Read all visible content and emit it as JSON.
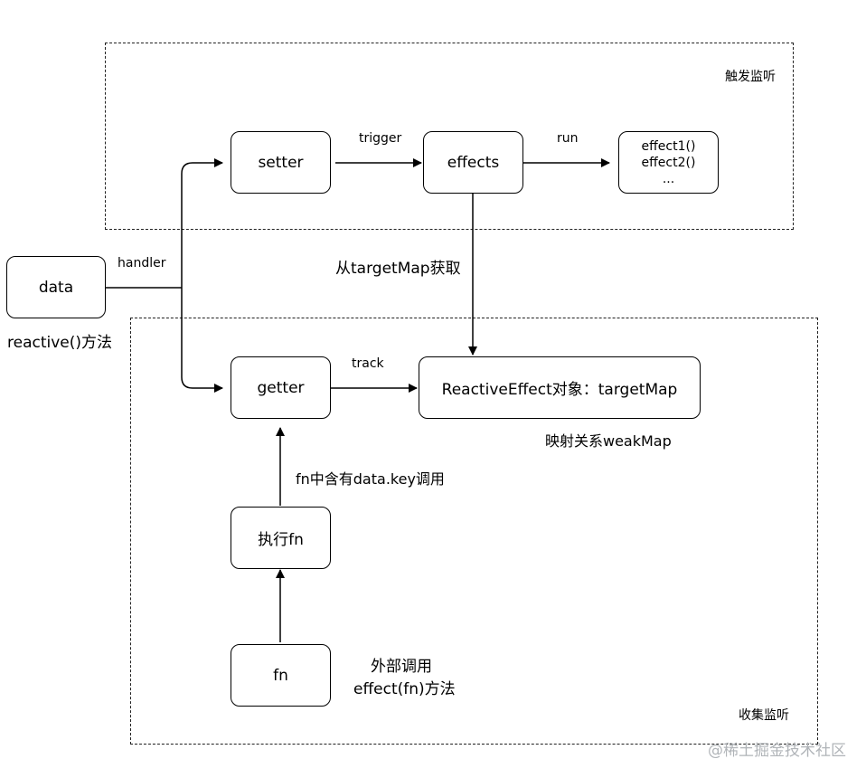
{
  "groups": {
    "trigger_group_label": "触发监听",
    "collect_group_label": "收集监听"
  },
  "nodes": {
    "data": "data",
    "setter": "setter",
    "effects": "effects",
    "effect_list": [
      "effect1()",
      "effect2()",
      "..."
    ],
    "getter": "getter",
    "target_map": "ReactiveEffect对象：targetMap",
    "exec_fn": "执行fn",
    "fn": "fn"
  },
  "edges": {
    "handler": "handler",
    "trigger": "trigger",
    "run": "run",
    "track": "track",
    "from_target_map": "从targetMap获取",
    "fn_contains": "fn中含有data.key调用"
  },
  "annotations": {
    "reactive_method": "reactive()方法",
    "weakmap_relation": "映射关系weakMap",
    "external_call_1": "外部调用",
    "external_call_2": "effect(fn)方法"
  },
  "watermark": "@稀土掘金技术社区"
}
